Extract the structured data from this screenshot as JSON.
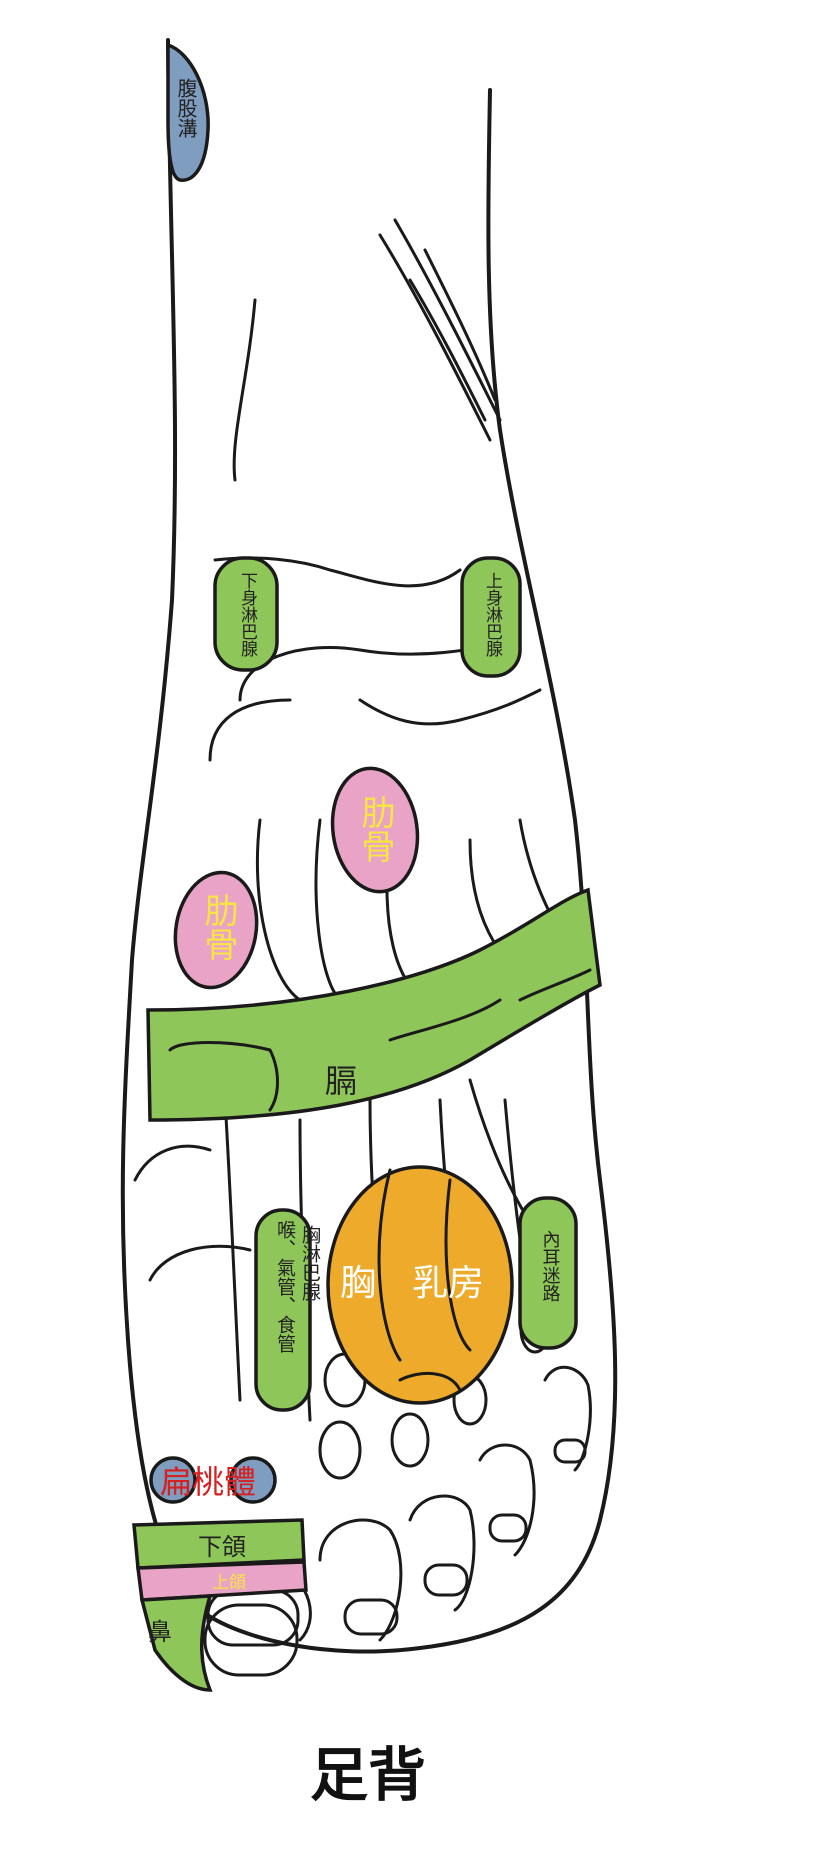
{
  "title": "足背",
  "zones": {
    "abdominal_groin": "腹股溝",
    "lower_lymph": "下身淋巴腺",
    "upper_lymph": "上身淋巴腺",
    "rib_upper": "肋骨",
    "rib_lower": "肋骨",
    "diaphragm": "膈",
    "throat": "喉、氣管、食管",
    "chest_lymph": "胸淋巴腺",
    "chest_breast_1": "胸",
    "chest_breast_2": "乳房",
    "inner_ear": "內耳迷路",
    "tonsil": "扁桃體",
    "lower_jaw": "下頜",
    "upper_jaw": "上頜",
    "nose": "鼻"
  },
  "colors": {
    "green": "#8fc65a",
    "pink": "#e9a3c6",
    "blue": "#7f9dbf",
    "orange": "#eeaa2a",
    "outline": "#1a1a1a"
  }
}
